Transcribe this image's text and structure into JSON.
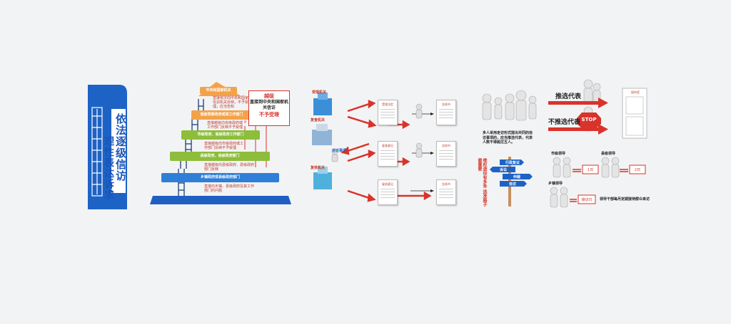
{
  "panel1": {
    "title_line1": "依法逐级信访",
    "title_line2": "理性表达诉求"
  },
  "panel2": {
    "levels": [
      "中央和国家机关",
      "省级党委政府或其工作部门",
      "市级政府、省级政府工作部门",
      "县级政府、县级政府部门",
      "乡镇政府或县级政府部门"
    ],
    "level_notes": [
      "直接依次向中央和国家信访机关反映，不予受理，应当告知",
      "直接越级向省级政府或工作部门反映不予受理",
      "直接越级向市级政府或工作部门反映不予受理",
      "直接越级向县级政府、县级政府部门反映",
      "直接向乡镇、县级政府及其工作部门的问题"
    ],
    "callout_title": "越级",
    "callout_body": "直接到中央和国家机关信访",
    "callout_emph": "不予受理"
  },
  "panel3": {
    "offices": [
      "受理机关",
      "复查机关",
      "复核机关"
    ],
    "mid_stamp": "信访事项",
    "docs": [
      "受理决定",
      "告知书",
      "复查意见",
      "告知书",
      "复核意见",
      "告知书"
    ]
  },
  "panel4": {
    "elect_label": "推选代表",
    "no_elect_label": "不推选代表",
    "stop_sign": "STOP",
    "door_sign": "接待室",
    "description": "多人采用走访形式提出共同的信访事项的，应当推选代表，代表人数不得超过五人。",
    "rights_text": "维权途径有多条 选准路子最重要",
    "signposts": [
      "行政复议",
      "诉讼",
      "仲裁",
      "信访"
    ],
    "leader_labels": [
      "市级领导",
      "县级领导",
      "乡镇领导"
    ],
    "meeting_labels": [
      "1日",
      "2日",
      "接访日"
    ],
    "footer_note": "领导干部每月定期接待群众来访"
  }
}
